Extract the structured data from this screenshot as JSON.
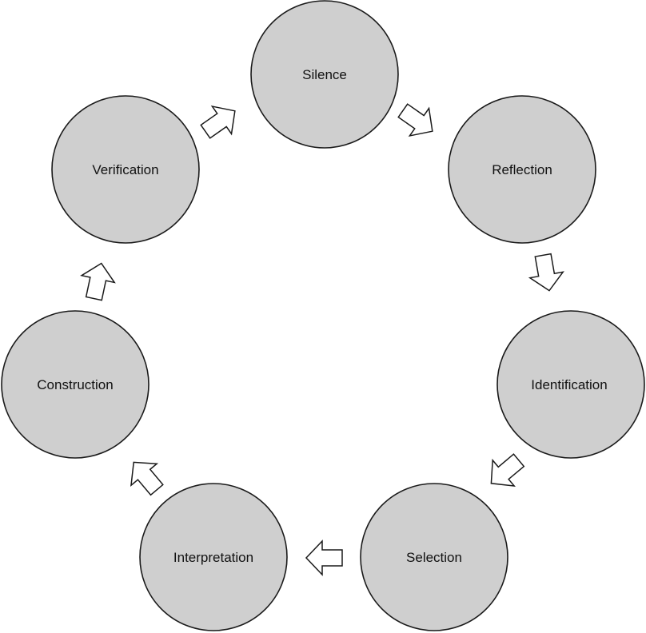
{
  "colors": {
    "node_fill": "#cfcfcf",
    "node_stroke": "#1a1a1a",
    "arrow_fill": "#ffffff",
    "arrow_stroke": "#1a1a1a",
    "background": "#ffffff"
  },
  "cycle": {
    "direction": "clockwise",
    "steps": [
      {
        "id": "silence",
        "label": "Silence"
      },
      {
        "id": "reflection",
        "label": "Reflection"
      },
      {
        "id": "identification",
        "label": "Identification"
      },
      {
        "id": "selection",
        "label": "Selection"
      },
      {
        "id": "interpretation",
        "label": "Interpretation"
      },
      {
        "id": "construction",
        "label": "Construction"
      },
      {
        "id": "verification",
        "label": "Verification"
      }
    ]
  }
}
